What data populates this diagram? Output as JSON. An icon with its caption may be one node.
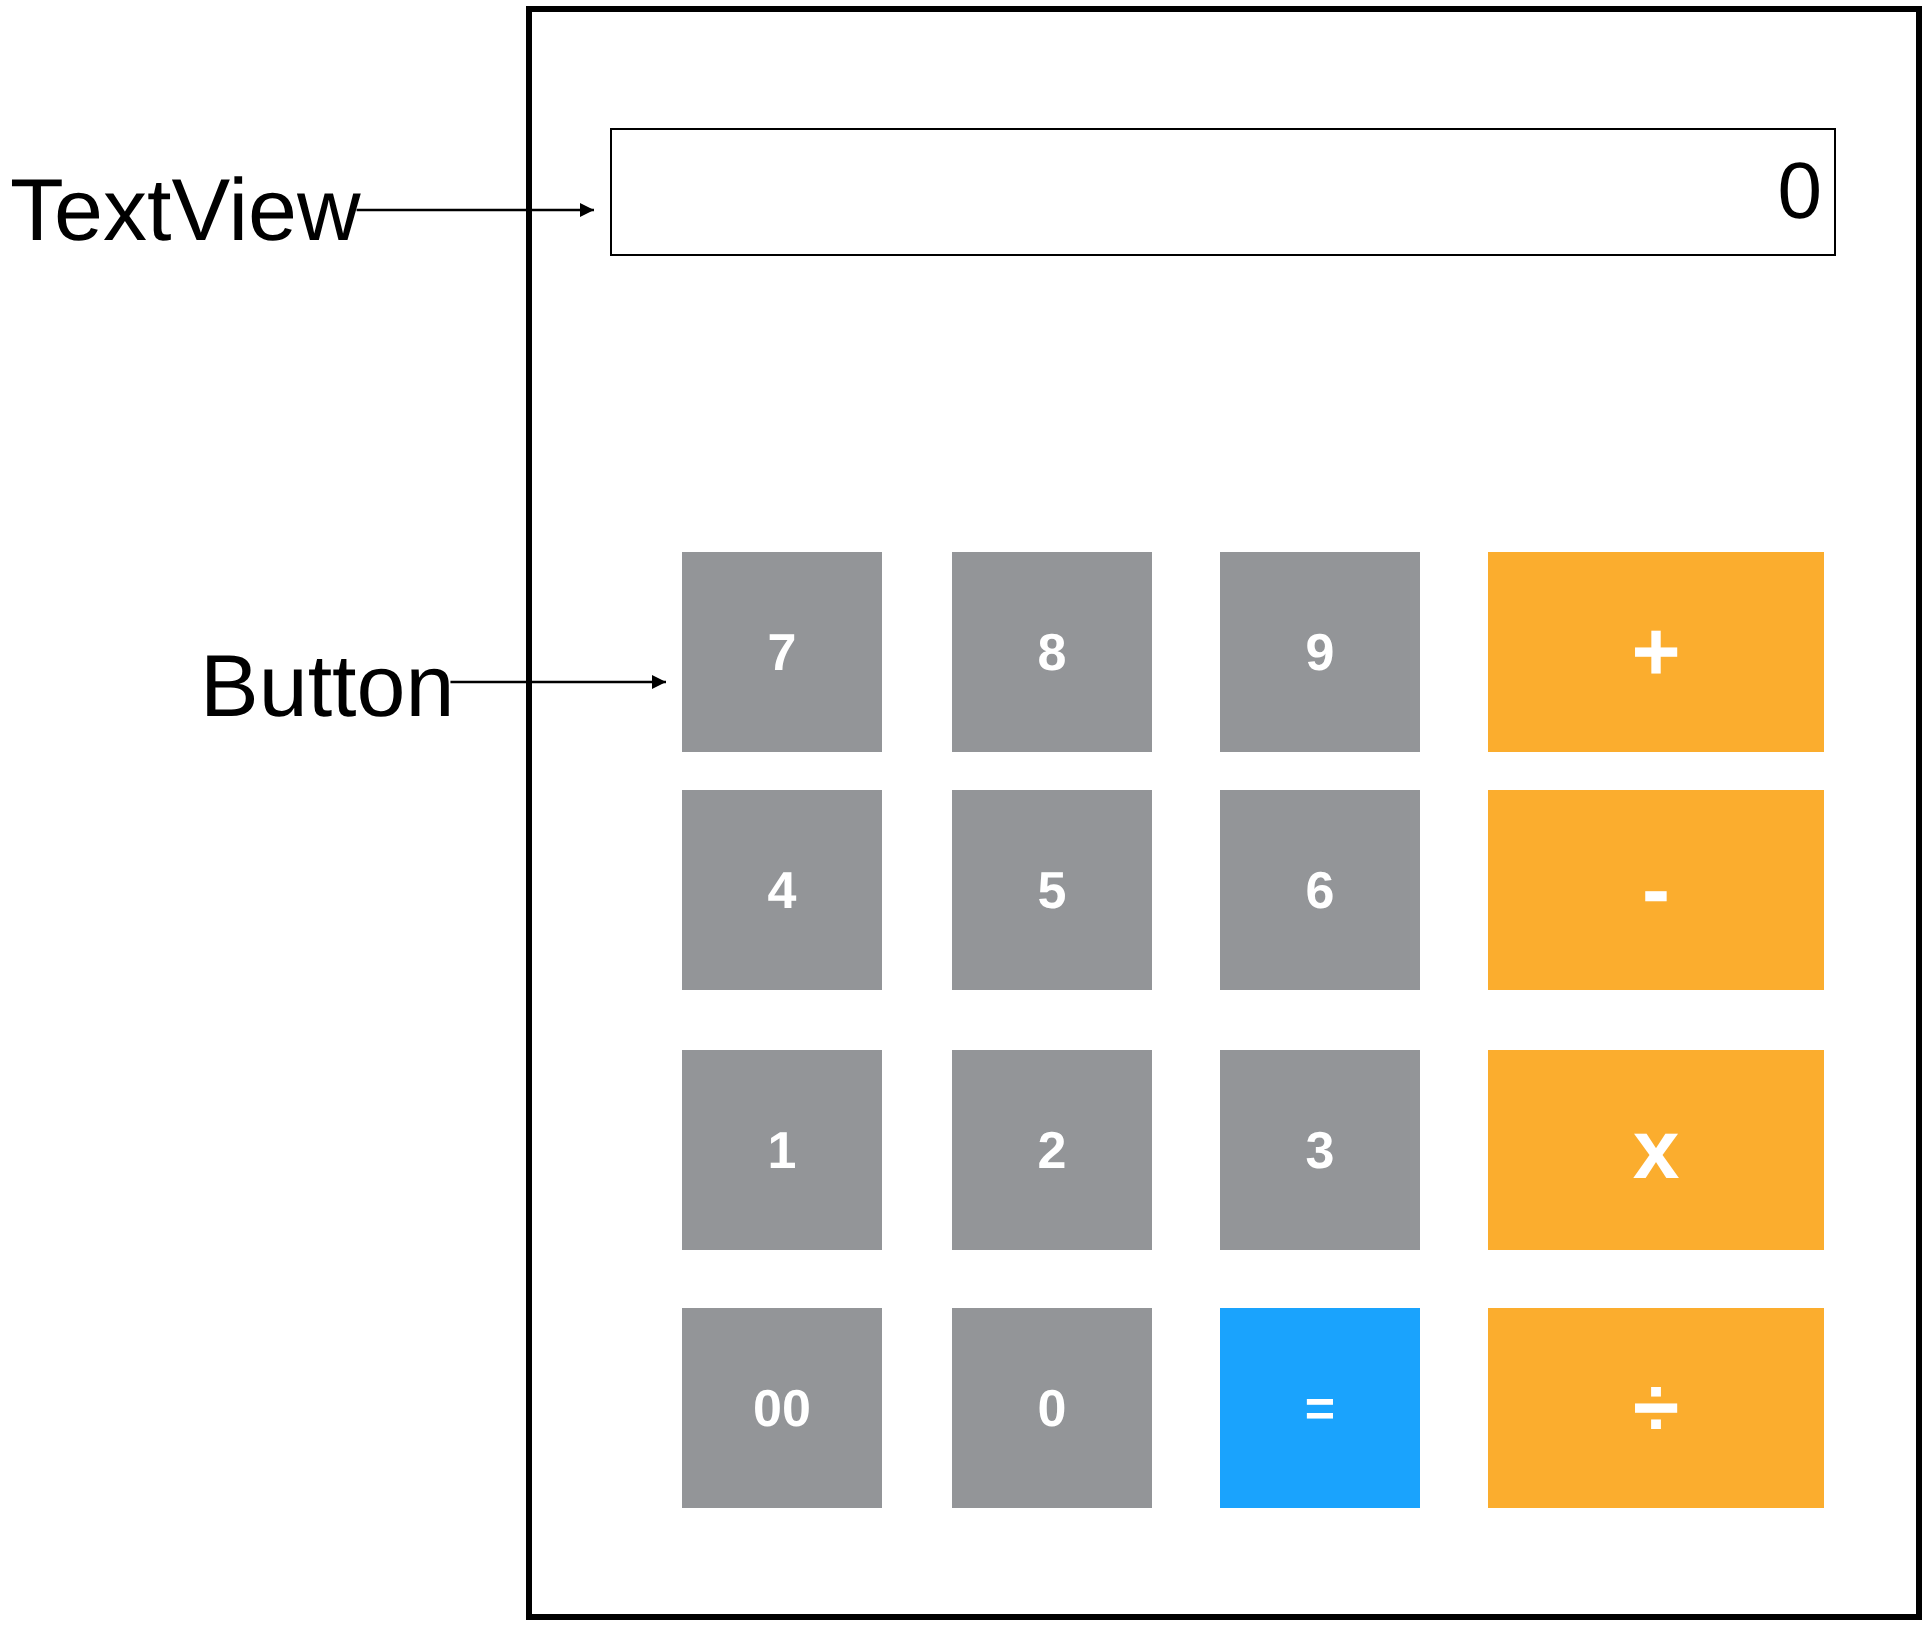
{
  "diagram": {
    "nodes": [
      {
        "text": [
          "TextView"
        ]
      },
      {
        "text": [],
        "shape": "box"
      },
      {
        "text": [
          "0"
        ],
        "in": 1
      },
      {
        "text": [
          "Button"
        ]
      },
      {
        "text": [
          "7"
        ],
        "in": 1
      },
      {
        "text": [
          "8"
        ],
        "in": 1
      },
      {
        "text": [
          "9"
        ],
        "in": 1
      },
      {
        "text": [
          "+"
        ],
        "in": 1
      },
      {
        "text": [
          "4"
        ],
        "in": 1
      },
      {
        "text": [
          "5"
        ],
        "in": 1
      },
      {
        "text": [
          "6"
        ],
        "in": 1
      },
      {
        "text": [
          "-"
        ],
        "in": 1
      },
      {
        "text": [
          "1"
        ],
        "in": 1
      },
      {
        "text": [
          "2"
        ],
        "in": 1
      },
      {
        "text": [
          "3"
        ],
        "in": 1
      },
      {
        "text": [
          "x"
        ],
        "in": 1
      },
      {
        "text": [
          "00"
        ],
        "in": 1
      },
      {
        "text": [
          "0"
        ],
        "in": 1
      },
      {
        "text": [
          "="
        ],
        "in": 1
      },
      {
        "text": [
          "÷"
        ],
        "in": 1
      }
    ],
    "edges": [
      {
        "from": 0,
        "to": 2,
        "arrow": "to"
      },
      {
        "from": 3,
        "to": 4,
        "arrow": "to"
      }
    ]
  }
}
